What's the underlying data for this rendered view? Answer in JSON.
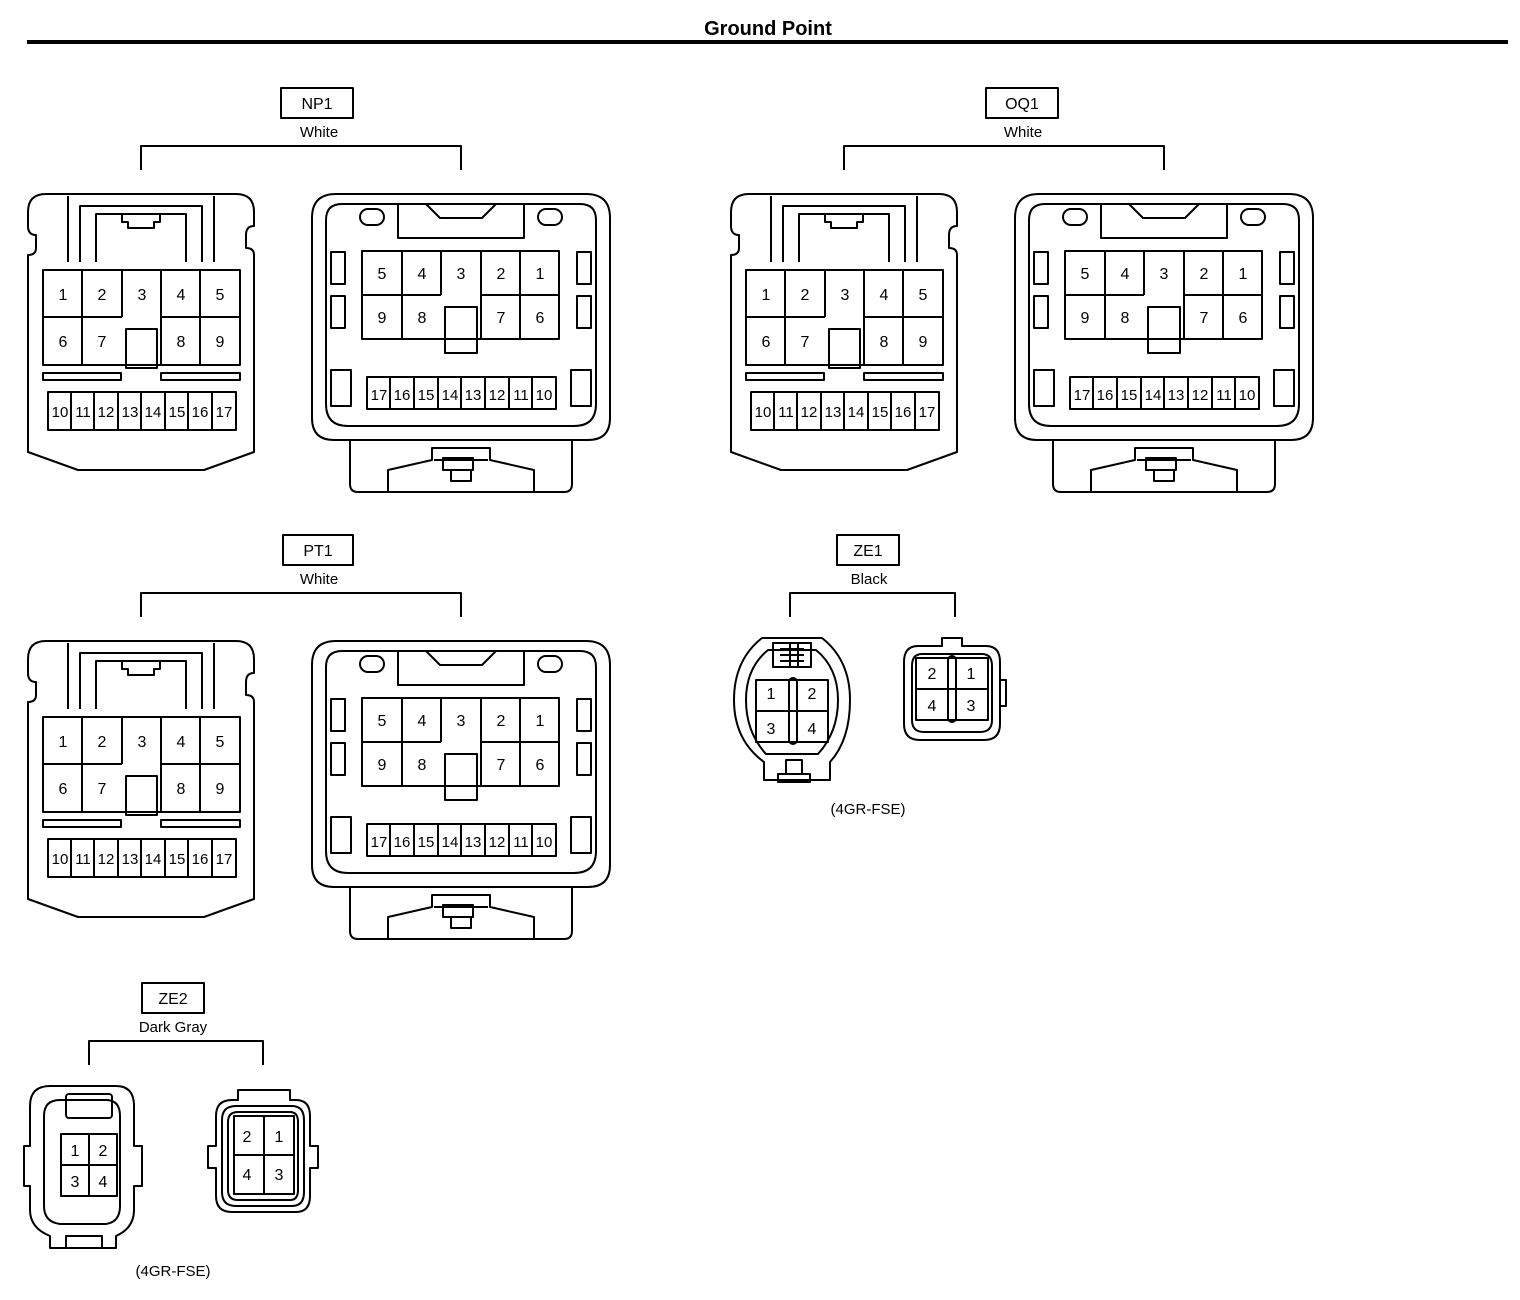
{
  "title": "Ground Point",
  "connectors": {
    "np1": {
      "code": "NP1",
      "color": "White"
    },
    "oq1": {
      "code": "OQ1",
      "color": "White"
    },
    "pt1": {
      "code": "PT1",
      "color": "White"
    },
    "ze1": {
      "code": "ZE1",
      "color": "Black",
      "note": "(4GR-FSE)"
    },
    "ze2": {
      "code": "ZE2",
      "color": "Dark Gray",
      "note": "(4GR-FSE)"
    }
  },
  "pins17": {
    "male_row1": [
      "1",
      "2",
      "3",
      "4",
      "5"
    ],
    "male_row2": [
      "6",
      "7",
      "8",
      "9"
    ],
    "male_row3": [
      "10",
      "11",
      "12",
      "13",
      "14",
      "15",
      "16",
      "17"
    ],
    "female_row1": [
      "5",
      "4",
      "3",
      "2",
      "1"
    ],
    "female_row2": [
      "9",
      "8",
      "7",
      "6"
    ],
    "female_row3": [
      "17",
      "16",
      "15",
      "14",
      "13",
      "12",
      "11",
      "10"
    ]
  },
  "pins4": {
    "male": [
      "1",
      "2",
      "3",
      "4"
    ],
    "female": [
      "2",
      "1",
      "4",
      "3"
    ]
  }
}
